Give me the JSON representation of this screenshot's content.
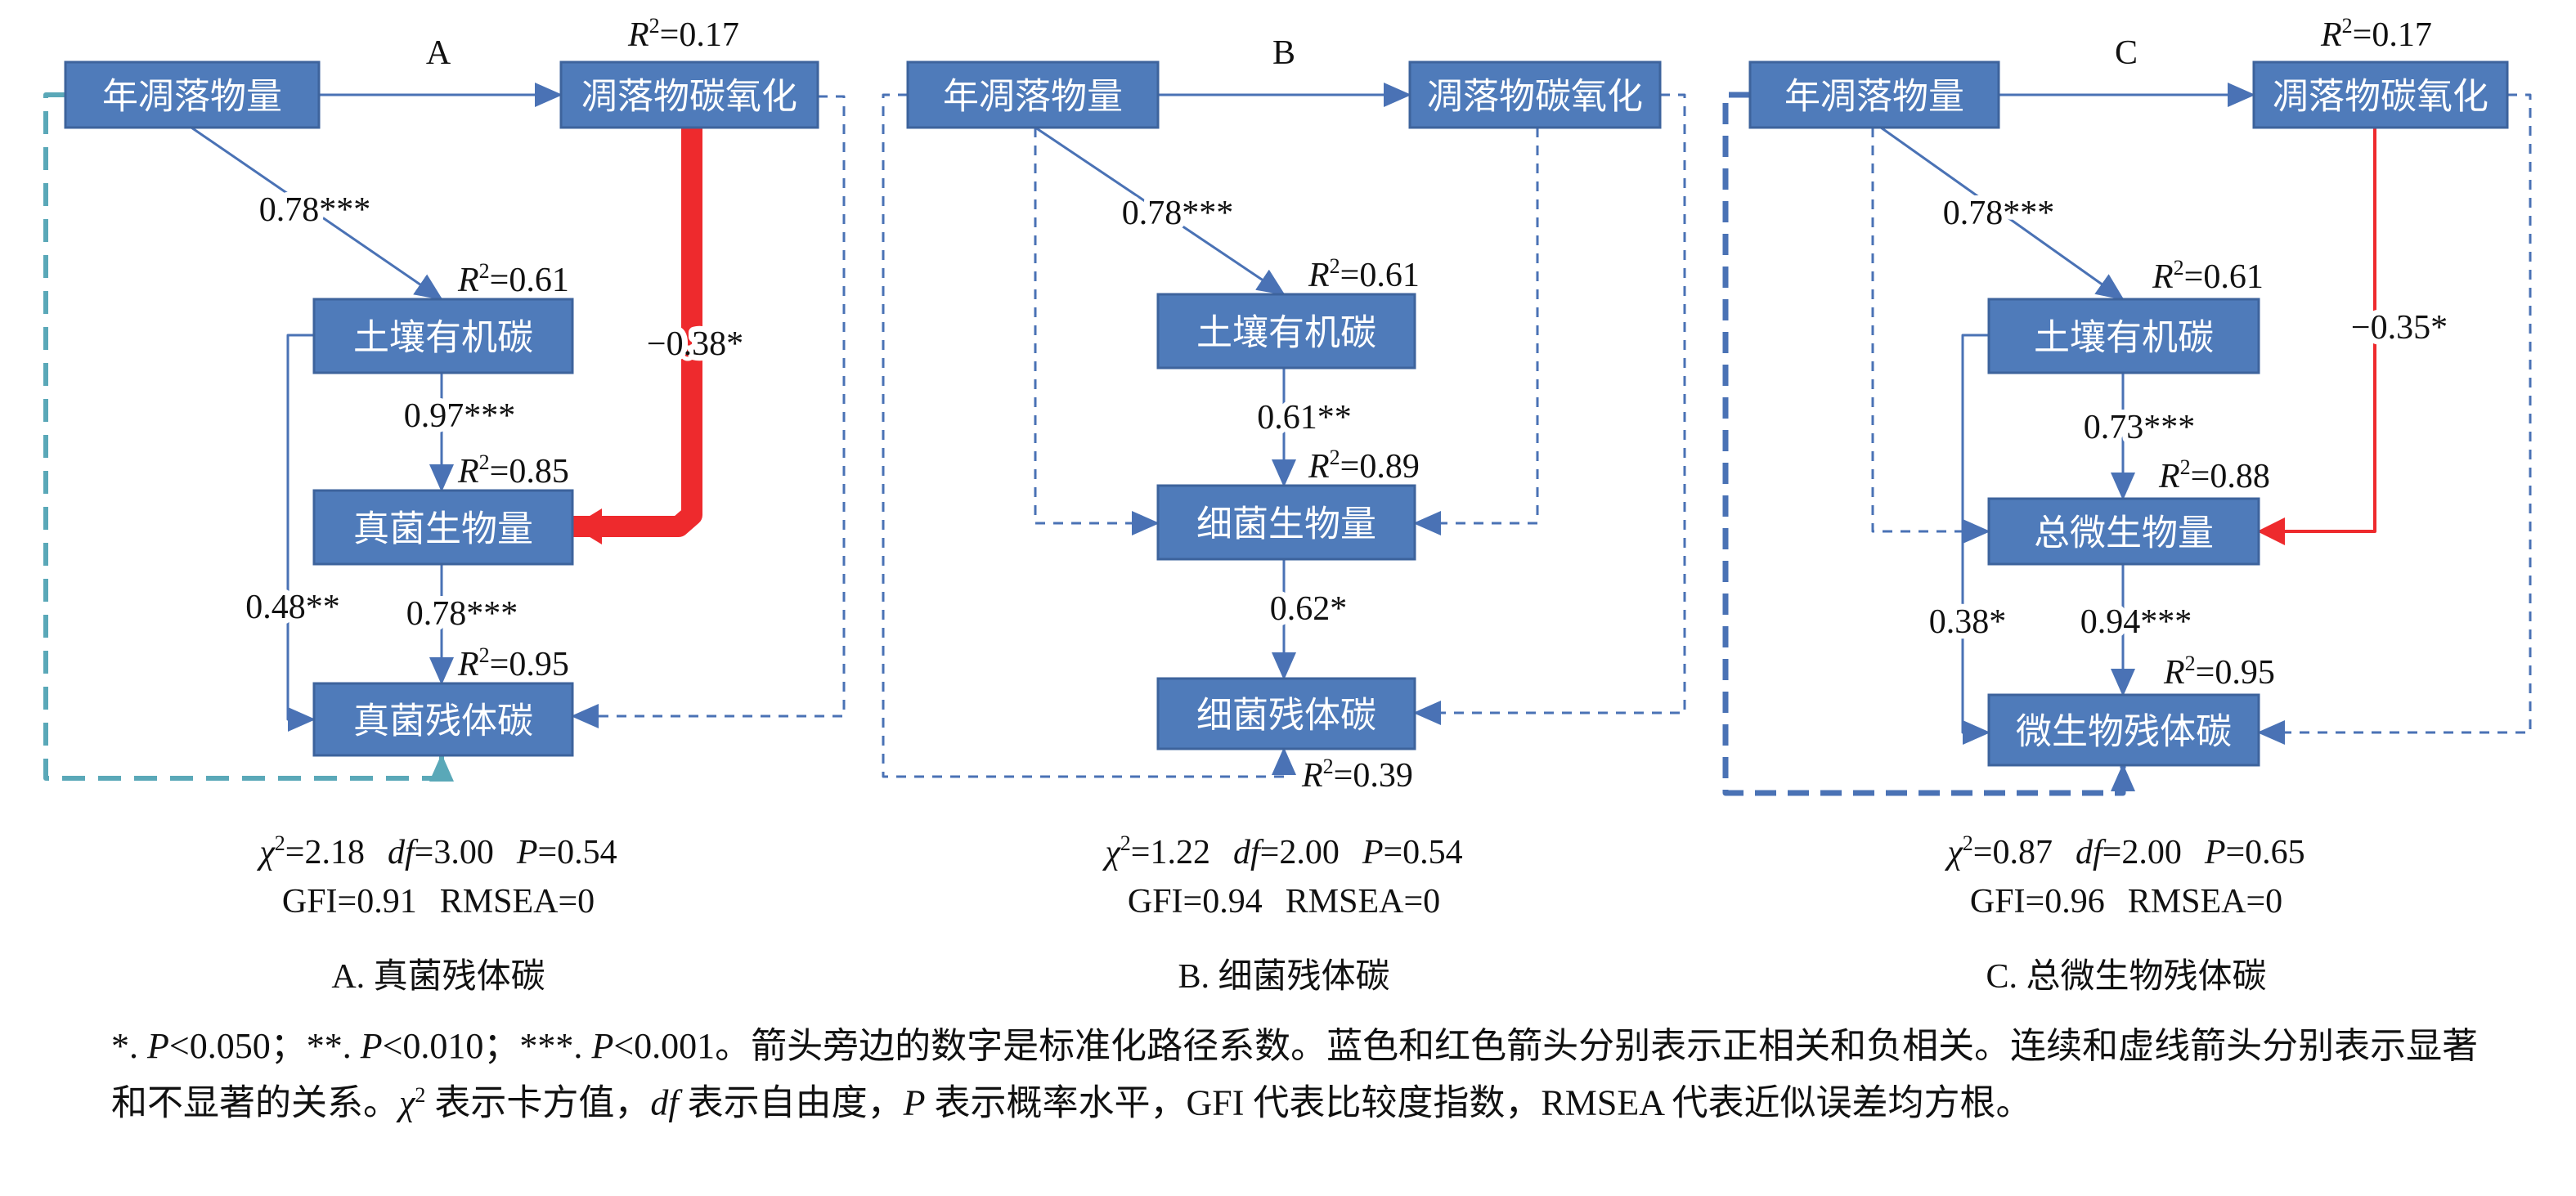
{
  "colors": {
    "box": "#4f7bba",
    "positive": "#4a72b5",
    "negative": "#ee2a2d",
    "teal": "#5aa8b8"
  },
  "r_symbol": "R",
  "panels": [
    {
      "letter": "A",
      "nodes": {
        "litter": "年凋落物量",
        "oxidation": "凋落物碳氧化",
        "soc": "土壤有机碳",
        "biomass": "真菌生物量",
        "residue": "真菌残体碳"
      },
      "r2": {
        "oxidation": "=0.17",
        "soc": "=0.61",
        "biomass": "=0.85",
        "residue": "=0.95"
      },
      "paths": {
        "litter_soc": "0.78***",
        "soc_biomass": "0.97***",
        "oxidation_biomass": "−0.38*",
        "biomass_residue": "0.78***",
        "soc_residue": "0.48**"
      },
      "stats": {
        "chi2": "=2.18",
        "df": "=3.00",
        "p": "=0.54",
        "gfi": "GFI=0.91",
        "rmsea": "RMSEA=0"
      },
      "caption": "A.  真菌残体碳"
    },
    {
      "letter": "B",
      "nodes": {
        "litter": "年凋落物量",
        "oxidation": "凋落物碳氧化",
        "soc": "土壤有机碳",
        "biomass": "细菌生物量",
        "residue": "细菌残体碳"
      },
      "r2": {
        "soc": "=0.61",
        "biomass": "=0.89",
        "residue": "=0.39"
      },
      "paths": {
        "litter_soc": "0.78***",
        "soc_biomass": "0.61**",
        "biomass_residue": "0.62*"
      },
      "stats": {
        "chi2": "=1.22",
        "df": "=2.00",
        "p": "=0.54",
        "gfi": "GFI=0.94",
        "rmsea": "RMSEA=0"
      },
      "caption": "B. 细菌残体碳"
    },
    {
      "letter": "C",
      "nodes": {
        "litter": "年凋落物量",
        "oxidation": "凋落物碳氧化",
        "soc": "土壤有机碳",
        "biomass": "总微生物量",
        "residue": "微生物残体碳"
      },
      "r2": {
        "oxidation": "=0.17",
        "soc": "=0.61",
        "biomass": "=0.88",
        "residue": "=0.95"
      },
      "paths": {
        "litter_soc": "0.78***",
        "soc_biomass": "0.73***",
        "oxidation_biomass": "−0.35*",
        "biomass_residue": "0.94***",
        "soc_residue": "0.38*"
      },
      "stats": {
        "chi2": "=0.87",
        "df": "=2.00",
        "p": "=0.65",
        "gfi": "GFI=0.96",
        "rmsea": "RMSEA=0"
      },
      "caption": "C. 总微生物残体碳"
    }
  ],
  "stat_symbols": {
    "chi": "χ",
    "sup": "2",
    "df": "df",
    "p": "P"
  },
  "footnote": [
    {
      "t": "*. "
    },
    {
      "t": "P",
      "i": true
    },
    {
      "t": "<0.050；**. "
    },
    {
      "t": "P",
      "i": true
    },
    {
      "t": "<0.010；***. "
    },
    {
      "t": "P",
      "i": true
    },
    {
      "t": "<0.001。箭头旁边的数字是标准化路径系数。蓝色和红色箭头分别表示正相关和负相关。连续和虚线箭头分别表示显著和不显著的关系。"
    },
    {
      "t": "χ",
      "i": true
    },
    {
      "t": "2",
      "sup": true
    },
    {
      "t": " 表示卡方值，"
    },
    {
      "t": "df",
      "i": true
    },
    {
      "t": " 表示自由度，"
    },
    {
      "t": "P",
      "i": true
    },
    {
      "t": " 表示概率水平，GFI 代表比较度指数，RMSEA 代表近似误差均方根。"
    }
  ]
}
